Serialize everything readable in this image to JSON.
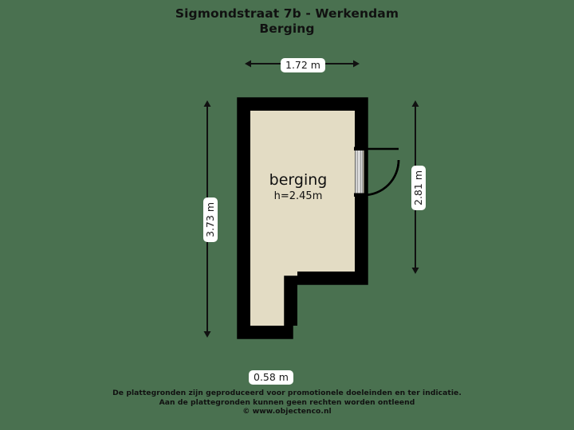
{
  "document": {
    "title_lines": [
      "Sigmondstraat 7b - Werkendam",
      "Berging"
    ]
  },
  "footer": {
    "lines": [
      "De plattegronden zijn geproduceerd voor promotionele doeleinden en ter indicatie.",
      "Aan de plattegronden kunnen geen rechten worden ontleend",
      "© www.objectenco.nl"
    ]
  },
  "floorplan": {
    "room": {
      "name": "berging",
      "height_label": "h=2.45m"
    },
    "dimensions": {
      "top": "1.72 m",
      "left": "3.73 m",
      "right": "2.81 m",
      "bottom": "0.58 m"
    },
    "colors": {
      "background": "#4a7150",
      "room_fill": "#e3dcc4",
      "wall": "#000000",
      "text": "#111111",
      "chip_background": "#ffffff",
      "door_leaf": "#d8d8d8"
    },
    "features": {
      "door": "single-swing-door-right-wall"
    }
  }
}
